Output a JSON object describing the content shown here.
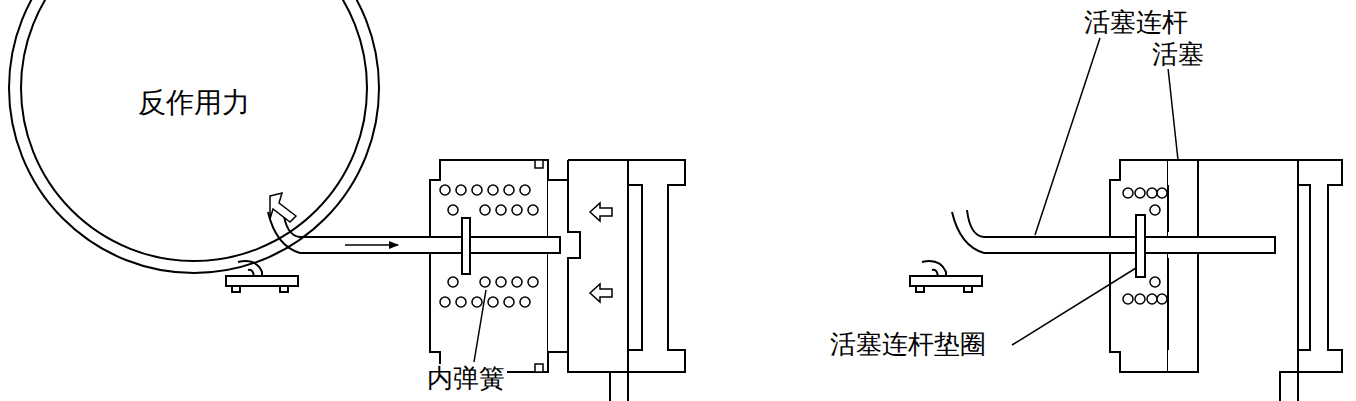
{
  "diagram": {
    "nodes": [
      {
        "text": [
          "反作用力"
        ]
      }
    ],
    "labels": [
      "内弹簧",
      "活塞连杆",
      "活塞",
      "活塞连杆垫圈"
    ]
  }
}
